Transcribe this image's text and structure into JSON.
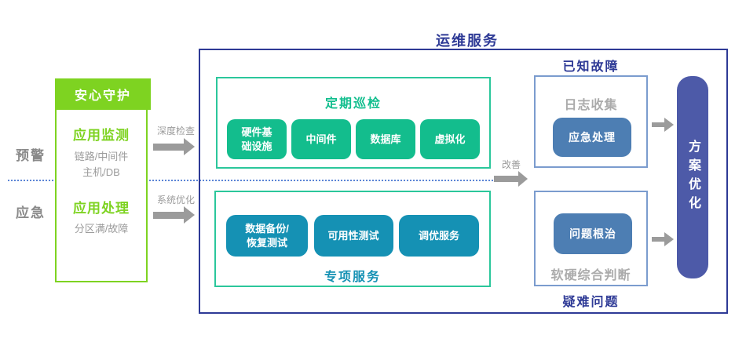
{
  "diagram": {
    "title": "运维服务",
    "left": {
      "warning": "预警",
      "emergency": "应急"
    },
    "guard": {
      "header": "安心守护",
      "monitor_title": "应用监测",
      "monitor_sub": "链路/中间件\n主机/DB",
      "handle_title": "应用处理",
      "handle_sub": "分区满/故障"
    },
    "arrows": {
      "deep_check": "深度检查",
      "system_optimize": "系统优化",
      "improve": "改善"
    },
    "inspection": {
      "title": "定期巡检",
      "items": [
        "硬件基\n础设施",
        "中间件",
        "数据库",
        "虚拟化"
      ]
    },
    "special": {
      "title": "专项服务",
      "items": [
        "数据备份/\n恢复测试",
        "可用性测试",
        "调优服务"
      ]
    },
    "known_fault": {
      "title": "已知故障",
      "label": "日志收集",
      "button": "应急处理"
    },
    "difficult": {
      "title": "疑难问题",
      "button": "问题根治",
      "label": "软硬综合判断"
    },
    "solution": {
      "label": "方案优化"
    },
    "colors": {
      "bright_green": "#7ED321",
      "emerald": "#13BD8D",
      "teal": "#1591B4",
      "steel_blue": "#4D7EB3",
      "navy": "#2E3A96",
      "indigo": "#4D5AA8",
      "gray": "#9B9B9B",
      "dotted_blue": "#5C85D6"
    }
  }
}
